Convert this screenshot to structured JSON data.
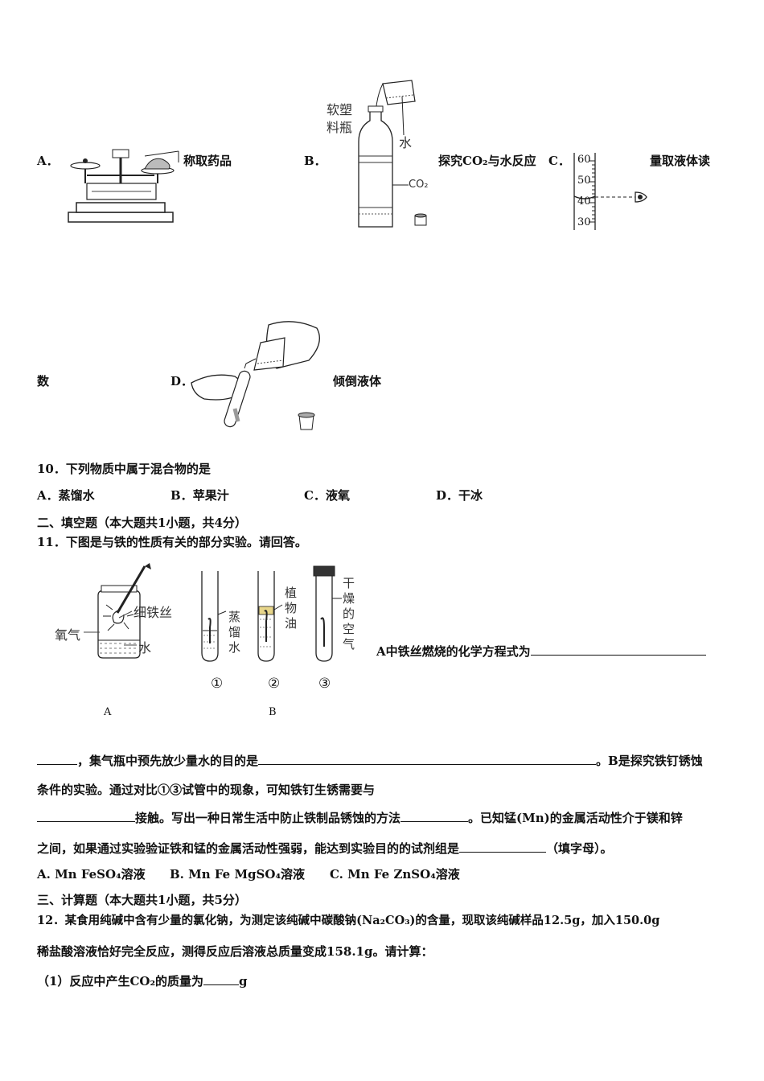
{
  "q9": {
    "a": {
      "letter": "A．",
      "caption": "称取药品"
    },
    "b": {
      "letter": "B．",
      "caption": "探究CO₂与水反应",
      "bottle_label": "软塑料瓶",
      "water_label": "水",
      "gas_label": "CO₂"
    },
    "c": {
      "letter": "C．",
      "caption_part1": "量取液体读",
      "caption_part2": "数",
      "scale": [
        "60",
        "50",
        "40",
        "30"
      ]
    },
    "d": {
      "letter": "D．",
      "caption": "倾倒液体"
    }
  },
  "q10": {
    "stem": "10．下列物质中属于混合物的是",
    "options": [
      {
        "letter": "A．",
        "text": "蒸馏水"
      },
      {
        "letter": "B．",
        "text": "苹果汁"
      },
      {
        "letter": "C．",
        "text": "液氧"
      },
      {
        "letter": "D．",
        "text": "干冰"
      }
    ]
  },
  "section2": {
    "heading": "二、填空题（本大题共1小题，共4分）"
  },
  "q11": {
    "stem": "11．下图是与铁的性质有关的部分实验。请回答。",
    "figure": {
      "label_a": "A",
      "label_b": "B",
      "oxygen": "氧气",
      "iron_wire": "细铁丝",
      "water": "水",
      "distilled_water": "蒸馏水",
      "plant_oil": "植物油",
      "dry_air": "干燥的空气",
      "tube_nums": [
        "①",
        "②",
        "③"
      ]
    },
    "line1": "A中铁丝燃烧的化学方程式为",
    "line2_mid": "，集气瓶中预先放少量水的目的是",
    "line2_end": "。B是探究铁钉锈蚀",
    "line3": "条件的实验。通过对比①③试管中的现象，可知铁钉生锈需要与",
    "line4_mid": "接触。写出一种日常生活中防止铁制品锈蚀的方法",
    "line4_end": "。已知锰(Mn)的金属活动性介于镁和锌",
    "line5_start": "之间，如果通过实验验证铁和锰的金属活动性强弱，能达到实验目的的试剂组是",
    "line5_end": "（填字母）。",
    "options": [
      "A. Mn  FeSO₄溶液",
      "B. Mn  Fe  MgSO₄溶液",
      "C. Mn  Fe  ZnSO₄溶液"
    ]
  },
  "section3": {
    "heading": "三、计算题（本大题共1小题，共5分）"
  },
  "q12": {
    "line1": "12．某食用纯碱中含有少量的氯化钠，为测定该纯碱中碳酸钠(Na₂CO₃)的含量，现取该纯碱样品12.5g，加入150.0g",
    "line2": "稀盐酸溶液恰好完全反应，测得反应后溶液总质量变成158.1g。请计算：",
    "sub1_start": "（1）反应中产生CO₂的质量为",
    "sub1_unit": "g"
  }
}
